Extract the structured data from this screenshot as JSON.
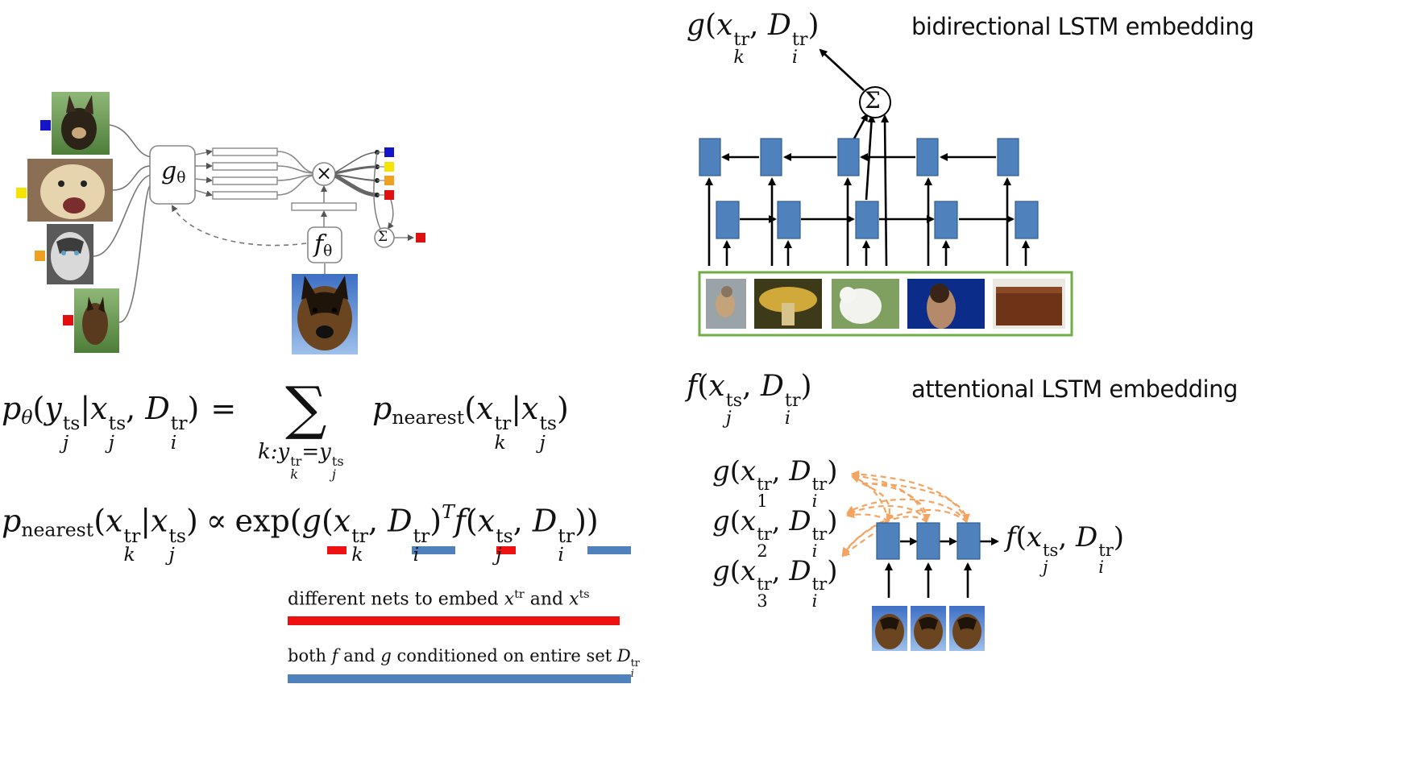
{
  "titles": {
    "bidirectional": "bidirectional LSTM embedding",
    "attentional": "attentional LSTM embedding"
  },
  "math": {
    "g_top": {
      "fn": "g",
      "var": "x",
      "sup": "tr",
      "sub": "k",
      "set": "D",
      "set_sup": "tr",
      "set_sub": "i"
    },
    "f_mid": {
      "fn": "f",
      "var": "x",
      "sup": "ts",
      "sub": "j",
      "set": "D",
      "set_sup": "tr",
      "set_sub": "i"
    },
    "f_right": {
      "fn": "f",
      "var": "x",
      "sup": "ts",
      "sub": "j",
      "set": "D",
      "set_sup": "tr",
      "set_sub": "i"
    },
    "g_list": [
      {
        "fn": "g",
        "var": "x",
        "sup": "tr",
        "sub": "1",
        "set": "D",
        "set_sup": "tr",
        "set_sub": "i"
      },
      {
        "fn": "g",
        "var": "x",
        "sup": "tr",
        "sub": "2",
        "set": "D",
        "set_sup": "tr",
        "set_sub": "i"
      },
      {
        "fn": "g",
        "var": "x",
        "sup": "tr",
        "sub": "3",
        "set": "D",
        "set_sup": "tr",
        "set_sub": "i"
      }
    ],
    "eq1": {
      "lhs_p": "p",
      "lhs_p_sub": "θ",
      "y": "y",
      "y_sup": "ts",
      "y_sub": "j",
      "x": "x",
      "x_sup": "ts",
      "x_sub": "j",
      "D": "D",
      "D_sup": "tr",
      "D_sub": "i",
      "equals": "=",
      "sum": "∑",
      "sum_under": "k:y",
      "sum_under_sup": "tr",
      "sum_under_sub": "k",
      "sum_under_eq": "=y",
      "sum_under2_sup": "ts",
      "sum_under2_sub": "j",
      "p": "p",
      "p_sub": "nearest",
      "xk": "x",
      "xk_sup": "tr",
      "xk_sub": "k",
      "xj": "x",
      "xj_sup": "ts",
      "xj_sub": "j"
    },
    "eq2": {
      "p": "p",
      "p_sub": "nearest",
      "xk": "x",
      "xk_sup": "tr",
      "xk_sub": "k",
      "xj": "x",
      "xj_sup": "ts",
      "xj_sub": "j",
      "propto": "∝",
      "exp": "exp",
      "g": "g",
      "T": "T",
      "f": "f",
      "D": "D",
      "D_sup": "tr",
      "D_sub": "i"
    },
    "g_theta": {
      "base": "g",
      "sub": "θ"
    },
    "f_theta": {
      "base": "f",
      "sub": "θ"
    },
    "sigma_symbol": "Σ",
    "times_symbol": "×"
  },
  "notes": {
    "note1": {
      "text": "different nets to embed ",
      "v1": "x",
      "v1_sup": "tr",
      "mid": " and ",
      "v2": "x",
      "v2_sup": "ts"
    },
    "note2": {
      "text1": "both ",
      "f": "f",
      "mid": " and ",
      "g": "g",
      "text2": " conditioned on entire set ",
      "set": "D",
      "set_sup": "tr",
      "set_sub": "i"
    }
  },
  "colors": {
    "lstm_box": "#4f81bd",
    "lstm_box_border": "#2f5f8f",
    "red_bar": "#ee1111",
    "blue_bar": "#4f81bd",
    "orange_arrow": "#f4a460",
    "green_frame": "#70ad47",
    "label_blue": "#1515c8",
    "label_yellow": "#f5e400",
    "label_orange": "#f0a020",
    "label_red": "#e01010"
  },
  "images": {
    "dog1": "chihuahua-dog-photo",
    "dog2": "labrador-dog-photo",
    "dog3": "husky-dog-photo",
    "dog4": "shepherd-dog-photo",
    "query": "german-shepherd-query-photo",
    "strip": [
      "bird-photo",
      "mushroom-photo",
      "white-dog-photo",
      "singer-photo",
      "piano-photo"
    ]
  }
}
